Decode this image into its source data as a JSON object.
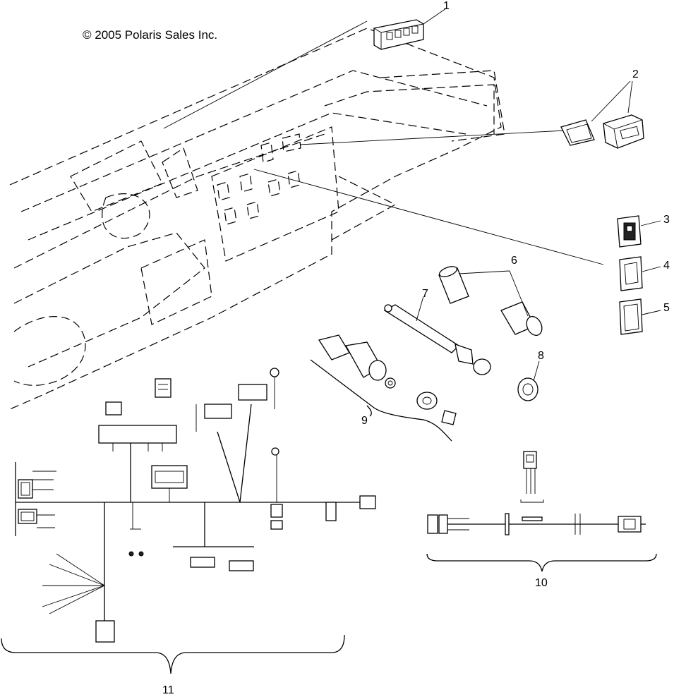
{
  "copyright": "© 2005 Polaris Sales Inc.",
  "callouts": [
    {
      "id": "1",
      "text": "1"
    },
    {
      "id": "2",
      "text": "2"
    },
    {
      "id": "3",
      "text": "3"
    },
    {
      "id": "4",
      "text": "4"
    },
    {
      "id": "5",
      "text": "5"
    },
    {
      "id": "6",
      "text": "6"
    },
    {
      "id": "7",
      "text": "7"
    },
    {
      "id": "8",
      "text": "8"
    },
    {
      "id": "9",
      "text": "9"
    },
    {
      "id": "10",
      "text": "10"
    },
    {
      "id": "11",
      "text": "11"
    }
  ],
  "colors": {
    "ink": "#000000",
    "paper": "#ffffff"
  }
}
